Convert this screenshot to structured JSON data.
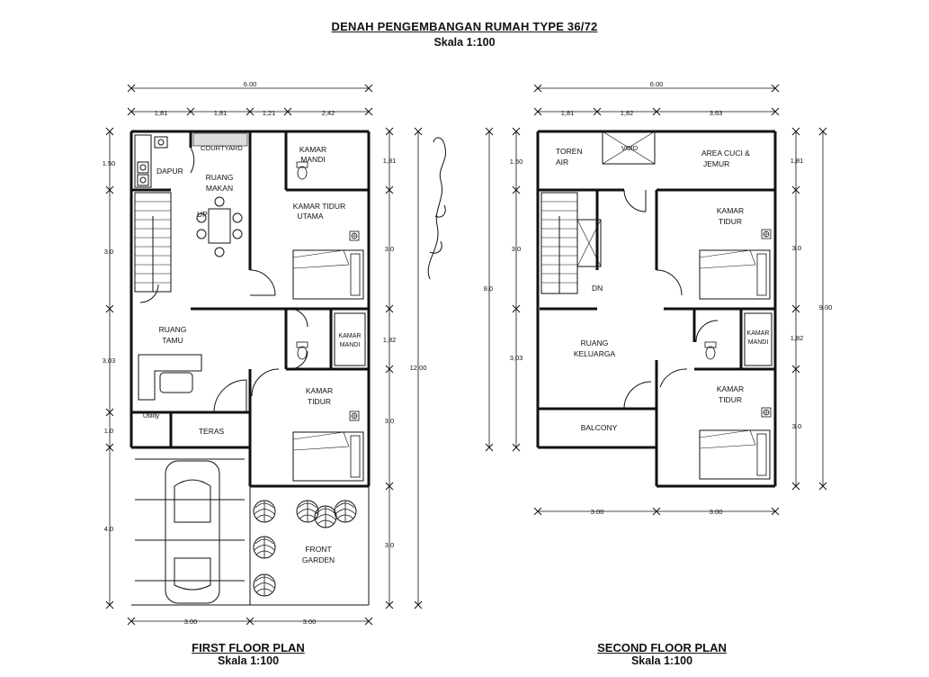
{
  "title": "DENAH PENGEMBANGAN RUMAH TYPE 36/72",
  "scale_main": "Skala 1:100",
  "signature": "handwritten signature",
  "first_floor": {
    "caption": "FIRST FLOOR PLAN",
    "scale": "Skala 1:100",
    "rooms": {
      "dapur": "DAPUR",
      "courtyard": "COURTYARD",
      "ruang_makan_1": "RUANG",
      "ruang_makan_2": "MAKAN",
      "kamar_mandi_1_1": "KAMAR",
      "kamar_mandi_1_2": "MANDI",
      "kamar_tidur_utama_1": "KAMAR TIDUR",
      "kamar_tidur_utama_2": "UTAMA",
      "up": "UP",
      "ruang_tamu_1": "RUANG",
      "ruang_tamu_2": "TAMU",
      "kamar_mandi_2_1": "KAMAR",
      "kamar_mandi_2_2": "MANDI",
      "kamar_tidur_1": "KAMAR",
      "kamar_tidur_2": "TIDUR",
      "utility": "Utility",
      "teras": "TERAS",
      "front_garden_1": "FRONT",
      "front_garden_2": "GARDEN"
    },
    "dims_top_total": "6.00",
    "dims_top": [
      "1,81",
      "1,81",
      "1,21",
      "2,42"
    ],
    "dims_left": [
      "1.50",
      "3.0",
      "3,03",
      "1.0",
      "4.0"
    ],
    "dims_right": [
      "1,81",
      "3.0",
      "1,82",
      "3.0",
      "3.0"
    ],
    "dim_right_total": "12.00",
    "dims_bottom": [
      "3.00",
      "3.00"
    ]
  },
  "second_floor": {
    "caption": "SECOND FLOOR PLAN",
    "scale": "Skala 1:100",
    "rooms": {
      "toren_1": "TOREN",
      "toren_2": "AIR",
      "void": "VOID",
      "area_cuci_1": "AREA CUCI &",
      "area_cuci_2": "JEMUR",
      "kamar_tidur_a_1": "KAMAR",
      "kamar_tidur_a_2": "TIDUR",
      "dn": "DN",
      "ruang_keluarga_1": "RUANG",
      "ruang_keluarga_2": "KELUARGA",
      "kamar_mandi_1": "KAMAR",
      "kamar_mandi_2": "MANDI",
      "kamar_tidur_b_1": "KAMAR",
      "kamar_tidur_b_2": "TIDUR",
      "balcony": "BALCONY"
    },
    "dims_top_total": "6.00",
    "dims_top": [
      "1,81",
      "1,82",
      "3,63"
    ],
    "dims_left_outer": "8.0",
    "dims_left": [
      "1.50",
      "3.0",
      "3,03"
    ],
    "dims_right": [
      "1,81",
      "3.0",
      "1,82",
      "3.0"
    ],
    "dim_right_total": "9.00",
    "dims_bottom": [
      "3.00",
      "3.00"
    ]
  }
}
